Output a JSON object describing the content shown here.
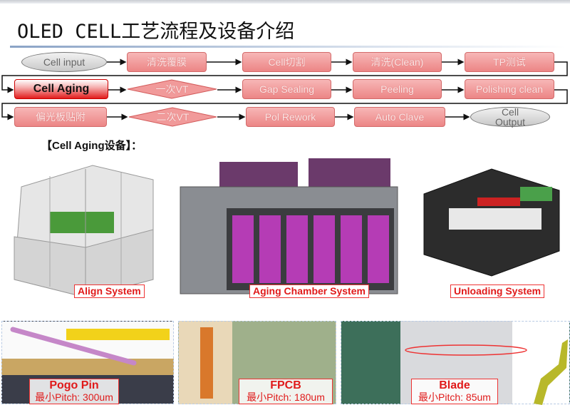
{
  "title": "OLED CELL工艺流程及设备介绍",
  "flow": {
    "row1": [
      "Cell input",
      "清洗覆膜",
      "Cell切割",
      "清洗(Clean)",
      "TP测试"
    ],
    "row2": [
      "Cell Aging",
      "一次VT",
      "Gap Sealing",
      "Peeling",
      "Polishing clean"
    ],
    "row3": [
      "偏光板贴附",
      "二次VT",
      "Pol Rework",
      "Auto Clave",
      "Cell Output"
    ],
    "active_step": "Cell Aging",
    "colors": {
      "step": "#ec8585",
      "active": "#e21d1d",
      "terminal": "#c8c8c8"
    }
  },
  "section_label": "【Cell Aging设备】：",
  "equipment": [
    {
      "caption": "Align System"
    },
    {
      "caption": "Aging Chamber System"
    },
    {
      "caption": "Unloading System"
    }
  ],
  "contacts": [
    {
      "name": "Pogo Pin",
      "pitch": "最小Pitch: 300um"
    },
    {
      "name": "FPCB",
      "pitch": "最小Pitch: 180um"
    },
    {
      "name": "Blade",
      "pitch": "最小Pitch: 85um"
    }
  ]
}
